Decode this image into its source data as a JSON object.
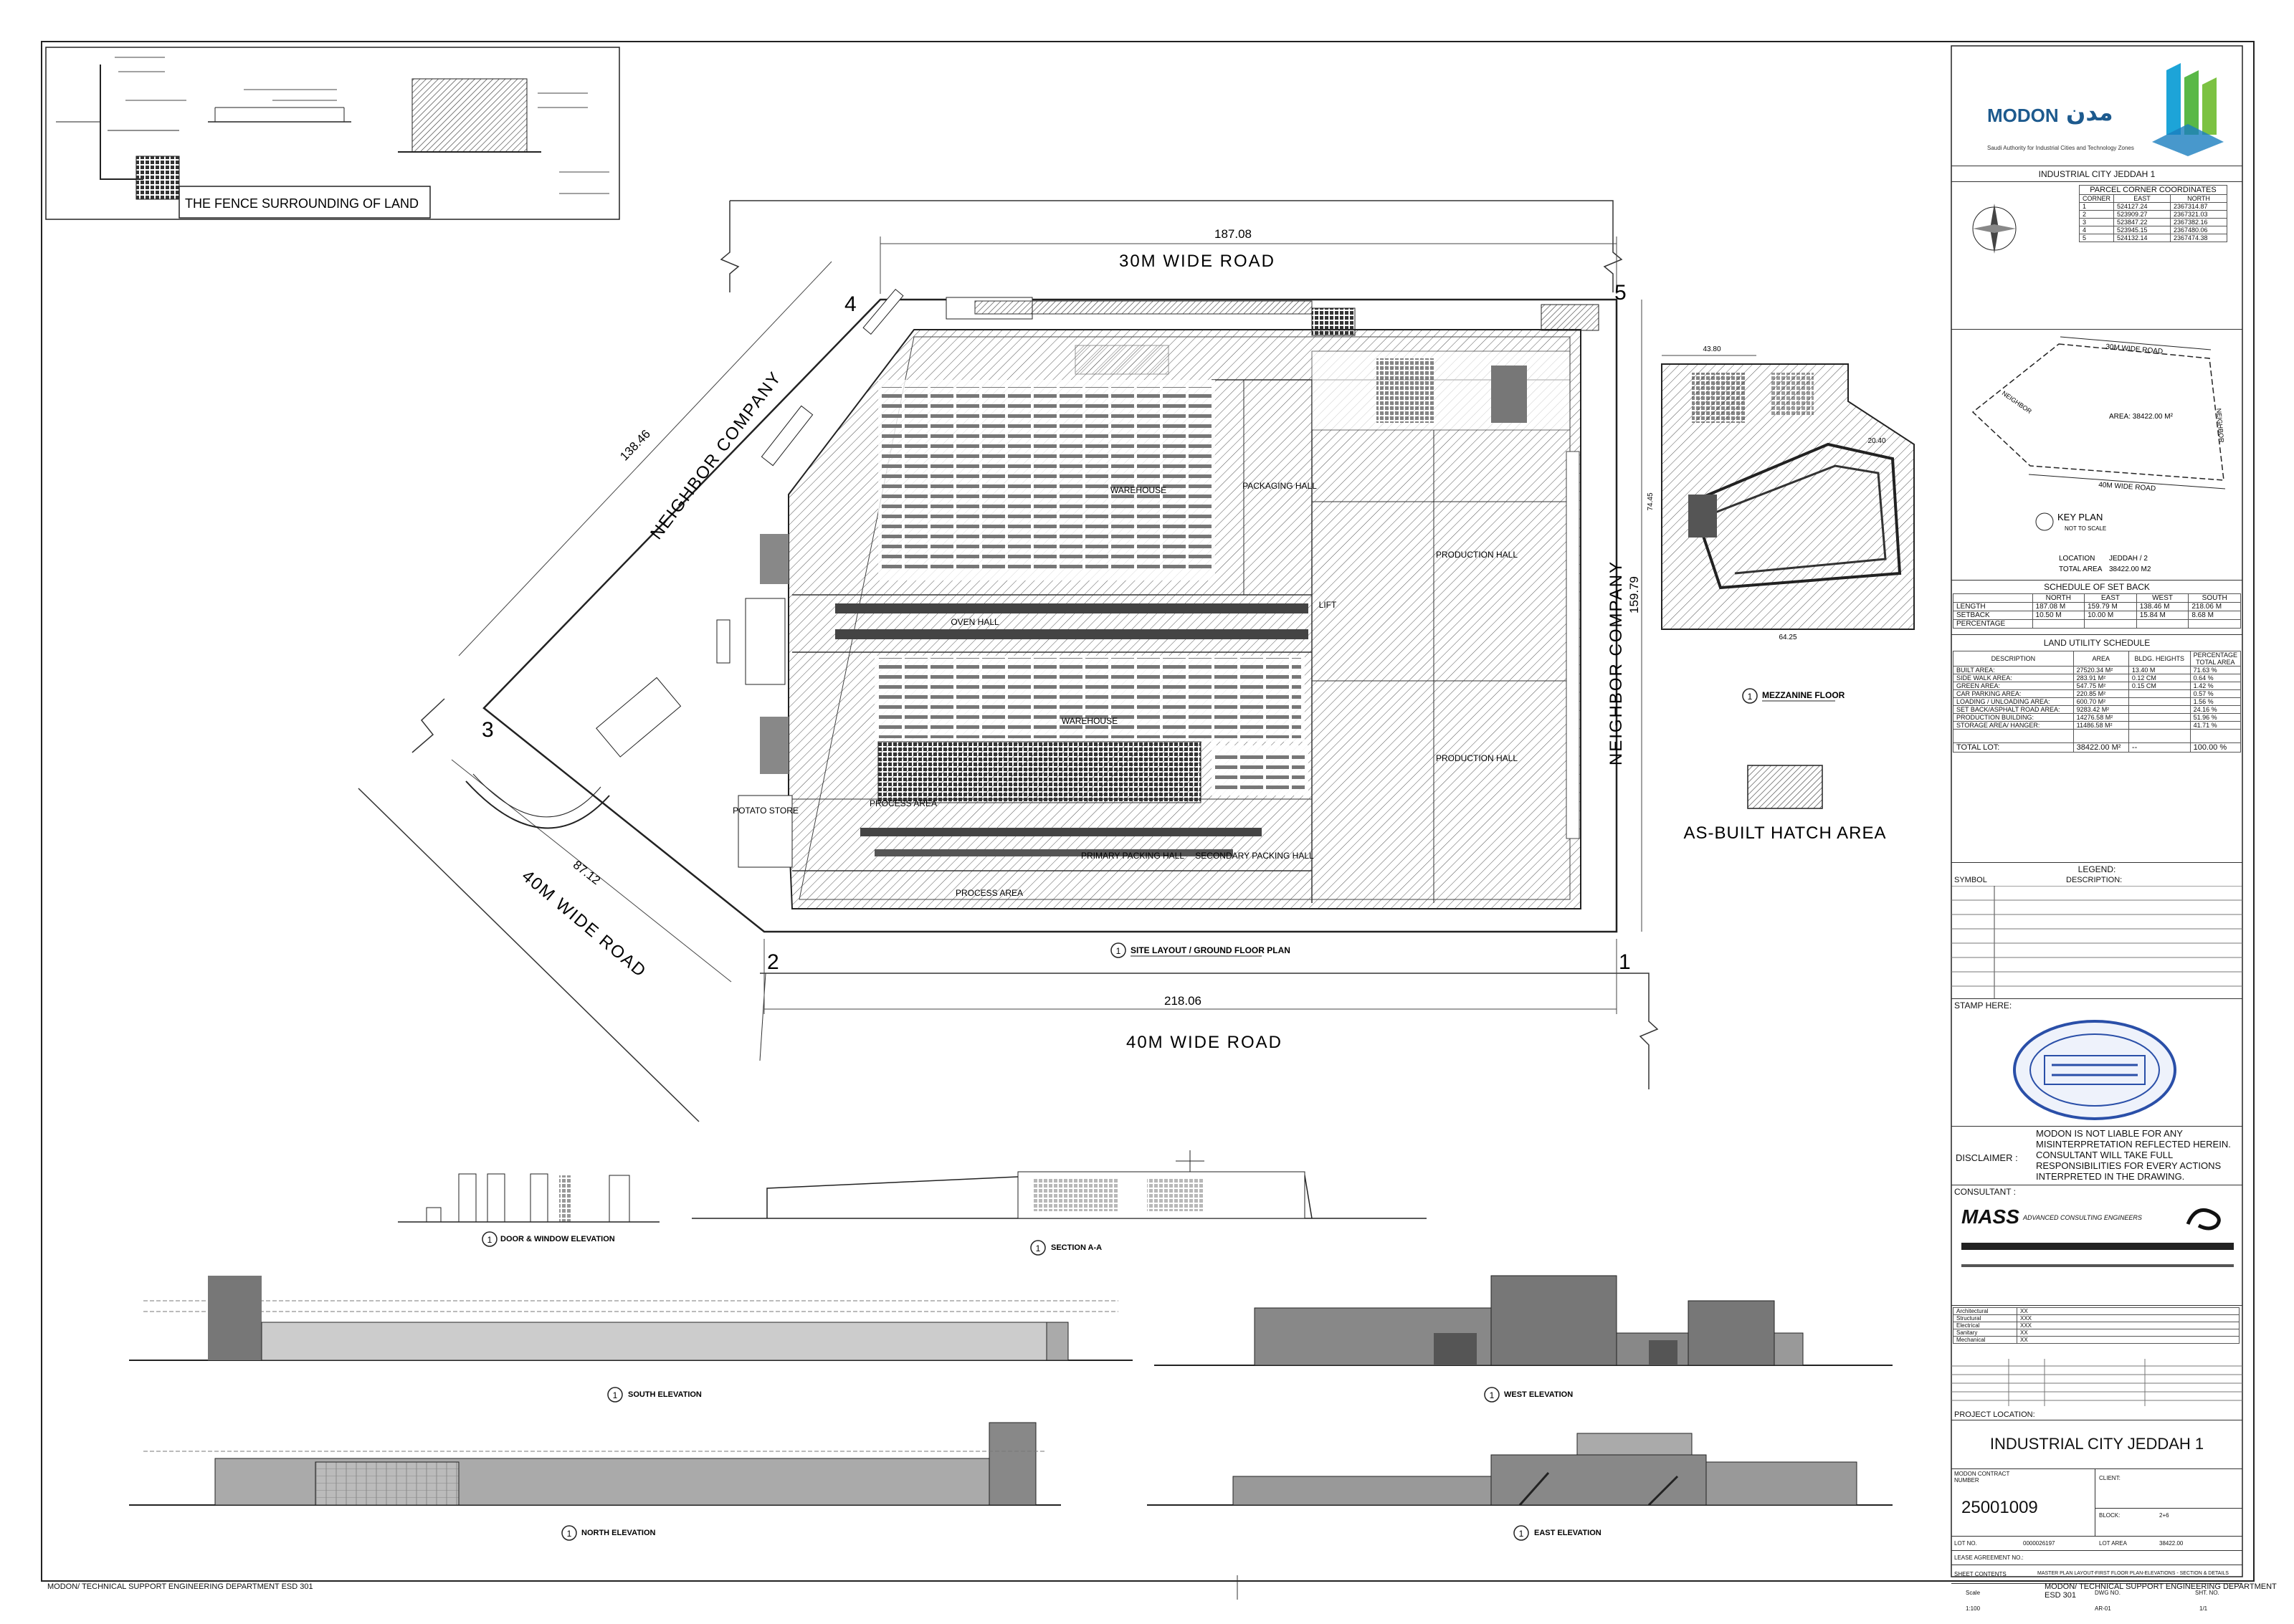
{
  "fence_title": "THE FENCE SURROUNDING OF LAND",
  "site": {
    "top_dim": "187.08",
    "bottom_dim": "218.06",
    "left_dim": "138.46",
    "right_dim": "159.79",
    "diag_dim": "87.12",
    "road_top": "30M WIDE ROAD",
    "road_bottom": "40M WIDE ROAD",
    "road_diag": "40M WIDE ROAD",
    "neighbor_left": "NEIGHBOR COMPANY",
    "neighbor_right": "NEIGHBOR COMPANY",
    "corners": [
      "1",
      "2",
      "3",
      "4",
      "5"
    ],
    "rooms": [
      "WAREHOUSE",
      "PACKAGING HALL",
      "PRODUCTION HALL",
      "OVEN HALL",
      "WAREHOUSE",
      "PRODUCTION HALL",
      "POTATO STORE",
      "PROCESS AREA",
      "PRIMARY PACKING HALL",
      "SECONDARY PACKING HALL",
      "PROCESS AREA",
      "LIFT"
    ],
    "plan_title": "SITE LAYOUT / GROUND FLOOR PLAN",
    "plan_no": "1"
  },
  "mezzanine": {
    "title": "MEZZANINE FLOOR",
    "no": "1",
    "dims": [
      "43.80",
      "20.40",
      "64.25",
      "74.45"
    ]
  },
  "hatch_label": "AS-BUILT HATCH AREA",
  "elevations": [
    {
      "no": "1",
      "title": "DOOR & WINDOW ELEVATION"
    },
    {
      "no": "1",
      "title": "SECTION A-A"
    },
    {
      "no": "1",
      "title": "SOUTH ELEVATION"
    },
    {
      "no": "1",
      "title": "WEST ELEVATION"
    },
    {
      "no": "1",
      "title": "NORTH ELEVATION"
    },
    {
      "no": "1",
      "title": "EAST ELEVATION"
    }
  ],
  "title_block": {
    "logo_en": "MODON",
    "logo_ar": "مدن",
    "authority": "Saudi Authority for Industrial Cities and Technology Zones",
    "project": "INDUSTRIAL CITY JEDDAH 1",
    "parcel_title": "PARCEL CORNER COORDINATES",
    "parcel_headers": [
      "CORNER",
      "EAST",
      "NORTH"
    ],
    "parcel_rows": [
      [
        "1",
        "524127.24",
        "2367314.87"
      ],
      [
        "2",
        "523909.27",
        "2367321.03"
      ],
      [
        "3",
        "523847.22",
        "2367382.16"
      ],
      [
        "4",
        "523945.15",
        "2367480.06"
      ],
      [
        "5",
        "524132.14",
        "2367474.38"
      ]
    ],
    "key_plan": {
      "road_top": "30M WIDE ROAD",
      "road_bottom": "40M WIDE ROAD",
      "area": "AREA: 38422.00 M²",
      "left": "NEIGHBOR",
      "right": "NEIGHBOR",
      "title": "KEY PLAN",
      "sub": "NOT TO SCALE"
    },
    "location_label": "LOCATION",
    "location_value": "JEDDAH / 2",
    "total_area_label": "TOTAL AREA",
    "total_area_value": "38422.00 M2",
    "setback_title": "SCHEDULE OF SET BACK",
    "setback_headers": [
      "",
      "NORTH",
      "EAST",
      "WEST",
      "SOUTH"
    ],
    "setback_rows": [
      [
        "LENGTH",
        "187.08 M",
        "159.79 M",
        "138.46 M",
        "218.06 M"
      ],
      [
        "SETBACK",
        "10.50 M",
        "10.00 M",
        "15.84 M",
        "8.68 M"
      ],
      [
        "PERCENTAGE",
        "",
        "",
        "",
        ""
      ]
    ],
    "utility_title": "LAND UTILITY SCHEDULE",
    "utility_headers": [
      "DESCRIPTION",
      "AREA",
      "BLDG. HEIGHTS",
      "PERCENTAGE TOTAL AREA"
    ],
    "utility_rows": [
      [
        "BUILT AREA:",
        "27520.34 M²",
        "13.40 M",
        "71.63 %"
      ],
      [
        "SIDE WALK AREA:",
        "283.91 M²",
        "0.12 CM",
        "0.64 %"
      ],
      [
        "GREEN AREA:",
        "547.75 M²",
        "0.15 CM",
        "1.42 %"
      ],
      [
        "CAR PARKING AREA:",
        "220.85 M²",
        "",
        "0.57 %"
      ],
      [
        "LOADING / UNLOADING AREA:",
        "600.70 M²",
        "",
        "1.56 %"
      ],
      [
        "SET BACK/ASPHALT ROAD AREA:",
        "9283.42 M²",
        "",
        "24.16 %"
      ],
      [
        "PRODUCTION BUILDING:",
        "14276.58 M²",
        "",
        "51.96 %"
      ],
      [
        "STORAGE AREA/ HANGER:",
        "11486.58 M²",
        "",
        "41.71 %"
      ]
    ],
    "total_lot_label": "TOTAL LOT:",
    "total_lot_area": "38422.00 M²",
    "total_lot_height": "--",
    "total_lot_pct": "100.00 %",
    "legend_title": "LEGEND:",
    "legend_symbol": "SYMBOL",
    "legend_desc": "DESCRIPTION:",
    "stamp_label": "STAMP HERE:",
    "disclaimer_label": "DISCLAIMER :",
    "disclaimer_text": [
      "MODON IS NOT LIABLE FOR ANY",
      "MISINTERPRETATION REFLECTED HEREIN.",
      "CONSULTANT WILL TAKE FULL",
      "RESPONSIBILITIES FOR EVERY ACTIONS",
      "INTERPRETED IN THE DRAWING."
    ],
    "consultant_label": "CONSULTANT :",
    "consultant_name": "MASS",
    "consultant_sub": "ADVANCED CONSULTING ENGINEERS",
    "disciplines": [
      [
        "Architectural",
        "XX"
      ],
      [
        "Structural",
        "XXX"
      ],
      [
        "Electrical",
        "XXX"
      ],
      [
        "Sanitary",
        "XX"
      ],
      [
        "Mechanical",
        "XX"
      ]
    ],
    "project_location_label": "PROJECT LOCATION:",
    "project_location": "INDUSTRIAL CITY JEDDAH 1",
    "contract_label": "MODON CONTRACT NUMBER",
    "client_label": "CLIENT:",
    "contract_no": "25001009",
    "block_label": "BLOCK:",
    "block_value": "2+6",
    "lot_no_label": "LOT NO.",
    "lot_no_value": "0000026197",
    "lot_area_label": "LOT AREA",
    "lot_area_value": "38422.00",
    "lease_label": "LEASE AGREEMENT NO.:",
    "sheet_contents_label": "SHEET CONTENTS",
    "sheet_contents": "MASTER PLAN LAYOUT-FIRST FLOOR PLAN-ELEVATIONS - SECTION & DETAILS",
    "scale_label": "Scale",
    "scale_value": "1:100",
    "dwg_label": "DWG NO.",
    "dwg_value": "AR-01",
    "sht_label": "SHT. NO.",
    "sht_value": "1/1"
  },
  "footer_left": "MODON/ TECHNICAL SUPPORT ENGINEERING DEPARTMENT ESD 301",
  "footer_right": "MODON/ TECHNICAL SUPPORT ENGINEERING DEPARTMENT ESD 301"
}
